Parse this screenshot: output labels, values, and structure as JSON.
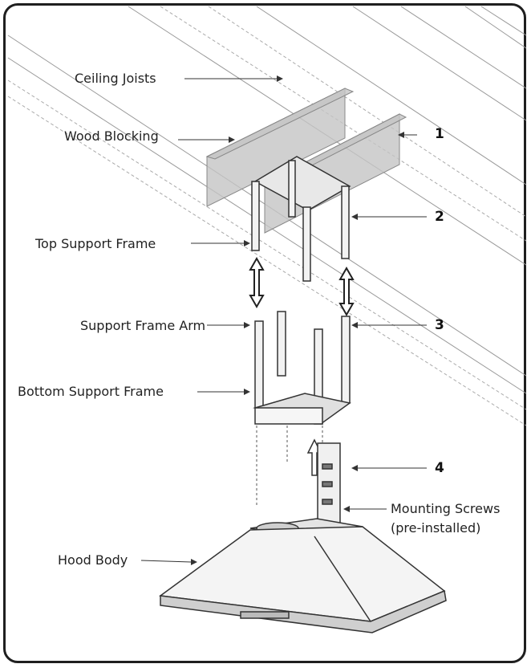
{
  "labels": {
    "ceiling_joists": "Ceiling Joists",
    "wood_blocking": "Wood Blocking",
    "top_support_frame": "Top Support Frame",
    "support_frame_arm": "Support Frame Arm",
    "bottom_support_frame": "Bottom Support Frame",
    "mounting_screws_line1": "Mounting Screws",
    "mounting_screws_line2": "(pre-installed)",
    "hood_body": "Hood Body"
  },
  "steps": [
    "1",
    "2",
    "3",
    "4"
  ]
}
